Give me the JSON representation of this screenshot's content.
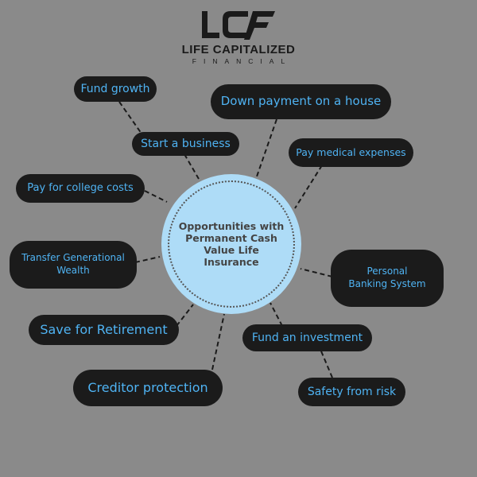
{
  "brand": {
    "logo_alt": "LCF",
    "name": "LIFE CAPITALIZED",
    "subtitle": "FINANCIAL"
  },
  "center": {
    "label": "Opportunities with Permanent Cash Value Life Insurance"
  },
  "nodes": [
    {
      "id": "fund-growth",
      "label": "Fund growth"
    },
    {
      "id": "start-business",
      "label": "Start a business"
    },
    {
      "id": "down-payment",
      "label": "Down payment on a house"
    },
    {
      "id": "medical-expenses",
      "label": "Pay medical expenses"
    },
    {
      "id": "college-costs",
      "label": "Pay for college costs"
    },
    {
      "id": "generational-wealth",
      "label": "Transfer Generational Wealth"
    },
    {
      "id": "personal-banking",
      "label": "Personal Banking System"
    },
    {
      "id": "retirement",
      "label": "Save for Retirement"
    },
    {
      "id": "fund-investment",
      "label": "Fund an investment"
    },
    {
      "id": "creditor-protection",
      "label": "Creditor protection"
    },
    {
      "id": "safety-risk",
      "label": "Safety from risk"
    }
  ],
  "colors": {
    "background": "#8a8a8a",
    "pill": "#1b1b1b",
    "pill_text": "#4fb3f3",
    "hub": "#aedcf7"
  }
}
